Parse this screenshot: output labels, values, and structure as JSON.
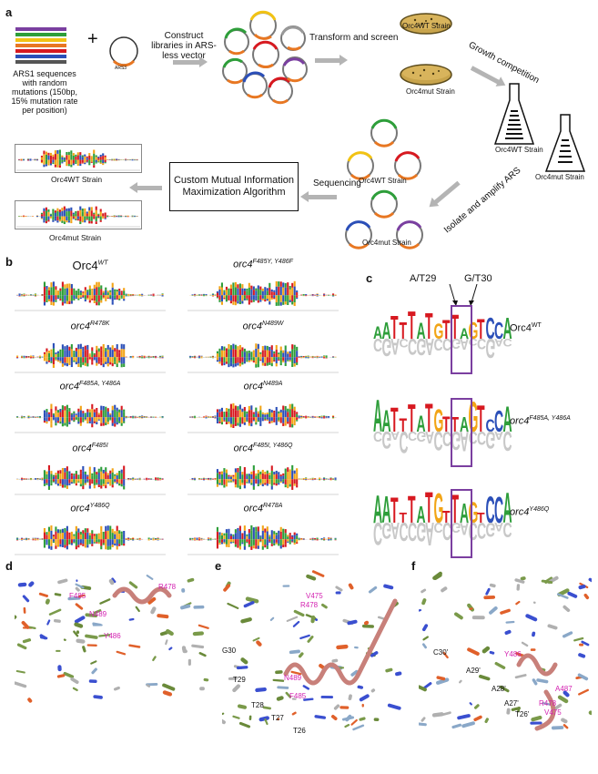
{
  "panels": {
    "a": "a",
    "b": "b",
    "c": "c",
    "d": "d",
    "e": "e",
    "f": "f"
  },
  "panel_a": {
    "lib_caption": "ARS1 sequences with random mutations (150bp, 15% mutation rate per position)",
    "plus": "+",
    "plasmid_label": "ARS3",
    "construct": "Construct libraries in ARS-less vector",
    "transform": "Transform and screen",
    "plate_wt": "Orc4WT Strain",
    "plate_mut": "Orc4mut Strain",
    "growth": "Growth competition",
    "flask_wt": "Orc4WT Strain",
    "flask_mut": "Orc4mut Strain",
    "isolate": "Isolate and amplify ARS",
    "circ_wt": "Orc4WT Strain",
    "circ_mut": "Orc4mut Strain",
    "sequencing": "Sequencing",
    "algorithm": "Custom Mutual Information Maximization Algorithm",
    "logo_wt": "Orc4WT Strain",
    "logo_mut": "Orc4mut Strain"
  },
  "panel_b": {
    "titles": [
      {
        "base": "Orc4",
        "sup": "WT"
      },
      {
        "base": "orc4",
        "sup": "F485Y, Y486F"
      },
      {
        "base": "orc4",
        "sup": "R478K"
      },
      {
        "base": "orc4",
        "sup": "N489W"
      },
      {
        "base": "orc4",
        "sup": "F485A, Y486A"
      },
      {
        "base": "orc4",
        "sup": "N489A"
      },
      {
        "base": "orc4",
        "sup": "F485I"
      },
      {
        "base": "orc4",
        "sup": "F485I, Y486Q"
      },
      {
        "base": "orc4",
        "sup": "Y486Q"
      },
      {
        "base": "orc4",
        "sup": "R478A"
      }
    ]
  },
  "panel_c": {
    "marker1": "A/T29",
    "marker2": "G/T30",
    "rows": [
      {
        "base": "Orc4",
        "sup": "WT"
      },
      {
        "base": "orc4",
        "sup": "F485A, Y486A"
      },
      {
        "base": "orc4",
        "sup": "Y486Q"
      }
    ]
  },
  "panel_d": {
    "labels": [
      "F485",
      "N489",
      "Y486",
      "R478"
    ]
  },
  "panel_e": {
    "labels": [
      "V475",
      "R478",
      "G30",
      "T29",
      "N489",
      "F485",
      "T28",
      "T27",
      "T26"
    ]
  },
  "panel_f": {
    "labels": [
      "C30'",
      "Y486",
      "A29'",
      "A28'",
      "A27'",
      "A487",
      "R478",
      "V475",
      "T26'"
    ]
  },
  "colors": {
    "A": "#2e9e3a",
    "C": "#2b4fb8",
    "G": "#f2a416",
    "T": "#d71920",
    "grey": "#c8c8c8",
    "box": "#7b3fa0",
    "magenta": "#d31fb0"
  }
}
